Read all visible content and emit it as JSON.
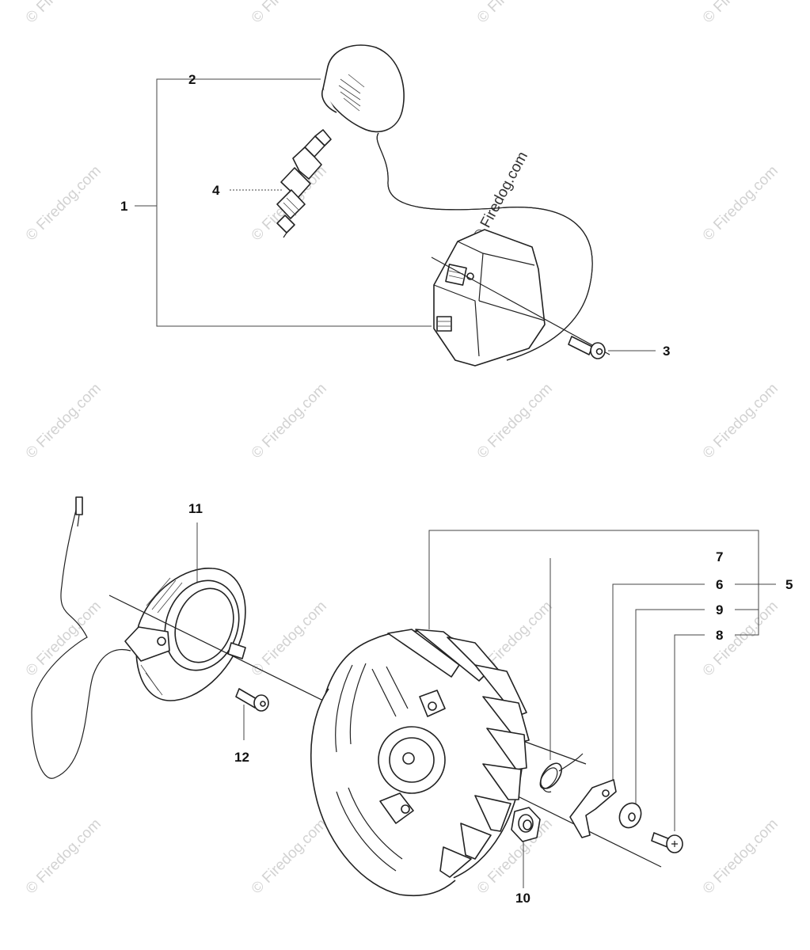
{
  "callouts": {
    "c1": "1",
    "c2": "2",
    "c3": "3",
    "c4": "4",
    "c5": "5",
    "c6": "6",
    "c7": "7",
    "c8": "8",
    "c9": "9",
    "c10": "10",
    "c11": "11",
    "c12": "12"
  },
  "watermark": {
    "text": "© Firedog.com"
  },
  "colors": {
    "line": "#222222",
    "watermark": "#d2d2d2"
  }
}
